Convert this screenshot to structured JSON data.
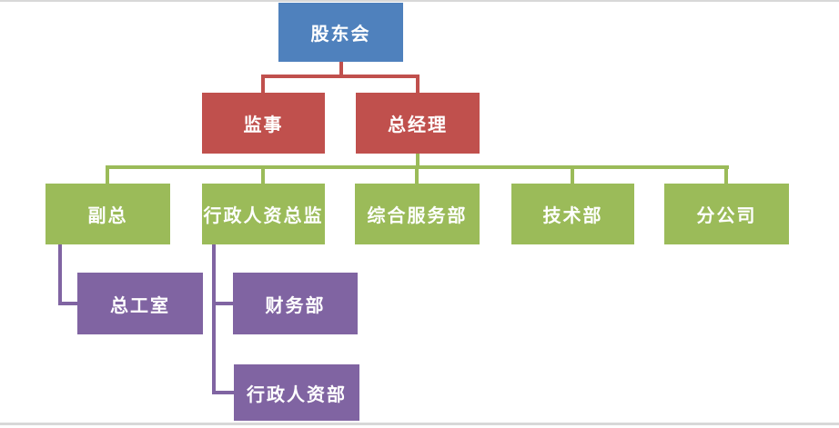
{
  "diagram": {
    "type": "org-chart",
    "palette": {
      "level1": "#4F81BD",
      "level2": "#C0504D",
      "level3": "#9BBB59",
      "level4": "#8064A2",
      "text": "#FFFFFF",
      "slide_edge": "#D8D8D8"
    },
    "nodes": [
      {
        "id": "shareholders-meeting",
        "label": "股东会",
        "level": 1,
        "parent": null
      },
      {
        "id": "supervisor",
        "label": "监事",
        "level": 2,
        "parent": "股东会"
      },
      {
        "id": "general-manager",
        "label": "总经理",
        "level": 2,
        "parent": "股东会"
      },
      {
        "id": "deputy-general-manager",
        "label": "副总",
        "level": 3,
        "parent": "总经理"
      },
      {
        "id": "admin-hr-director",
        "label": "行政人资总监",
        "level": 3,
        "parent": "总经理"
      },
      {
        "id": "general-services-dept",
        "label": "综合服务部",
        "level": 3,
        "parent": "总经理"
      },
      {
        "id": "technology-dept",
        "label": "技术部",
        "level": 3,
        "parent": "总经理"
      },
      {
        "id": "branch-company",
        "label": "分公司",
        "level": 3,
        "parent": "总经理"
      },
      {
        "id": "chief-engineer-office",
        "label": "总工室",
        "level": 4,
        "parent": "副总"
      },
      {
        "id": "finance-dept",
        "label": "财务部",
        "level": 4,
        "parent": "行政人资总监"
      },
      {
        "id": "admin-hr-dept",
        "label": "行政人资部",
        "level": 4,
        "parent": "行政人资总监"
      }
    ]
  }
}
